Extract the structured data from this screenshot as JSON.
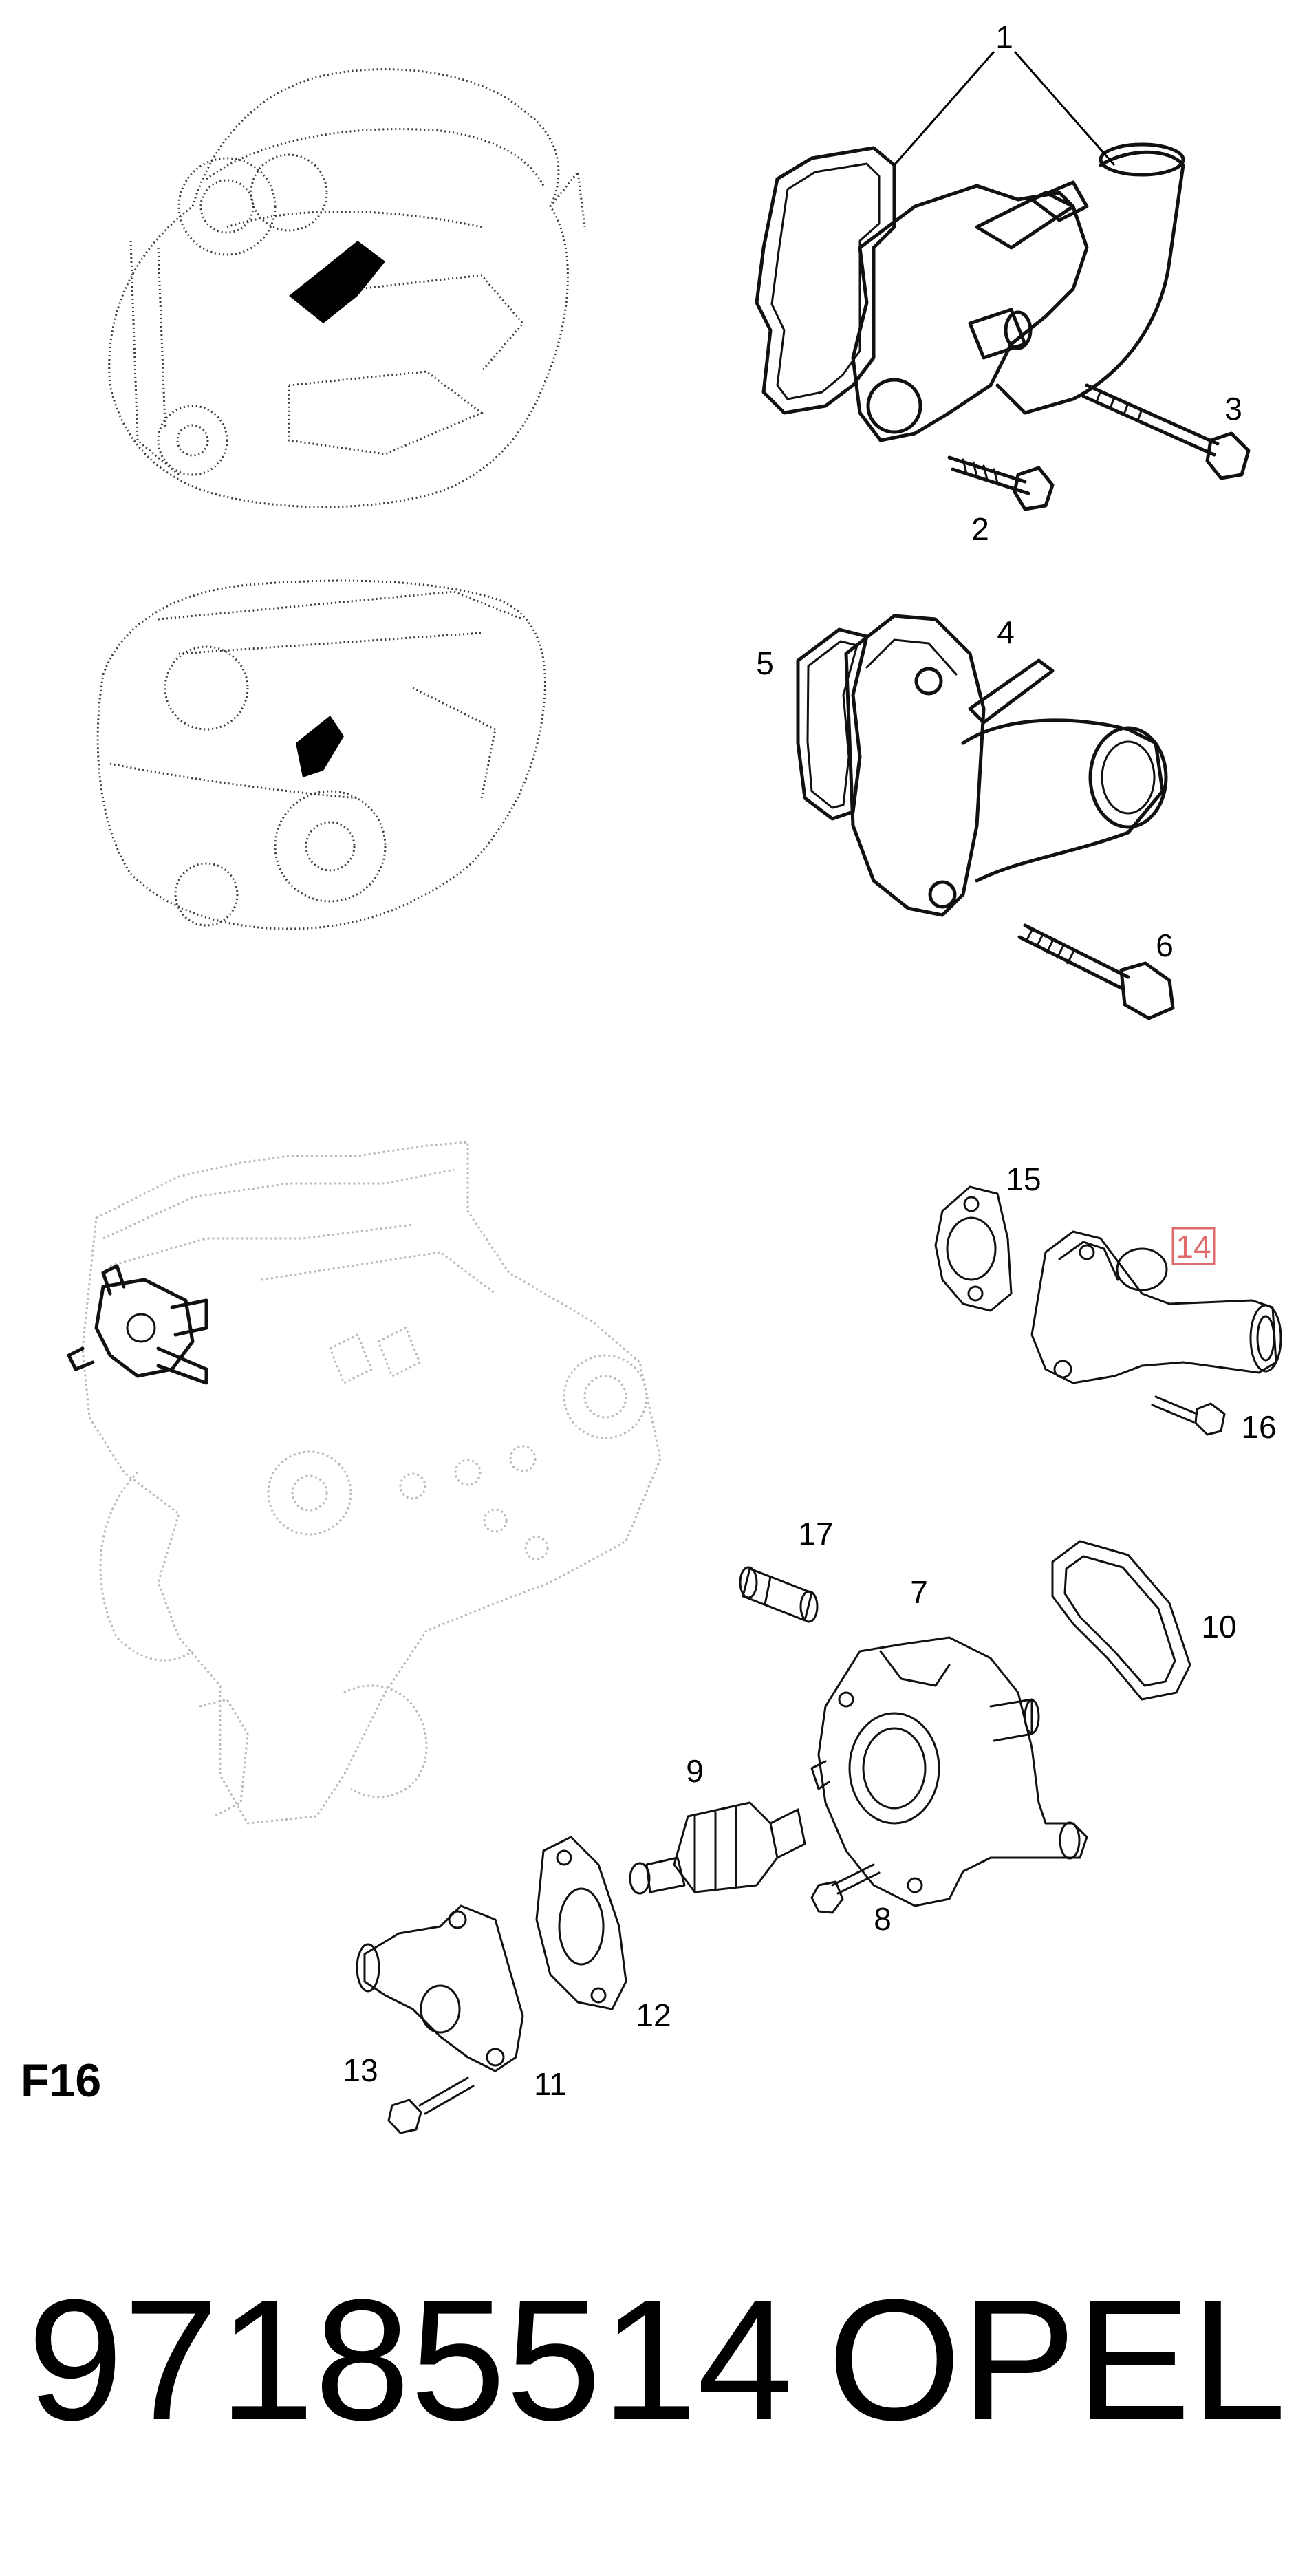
{
  "section_label": "F16",
  "part_number": "97185514",
  "brand": "OPEL",
  "highlight_color": "#e06a6a",
  "highlighted_callout": "14",
  "callouts": {
    "c1": "1",
    "c2": "2",
    "c3": "3",
    "c4": "4",
    "c5": "5",
    "c6": "6",
    "c7": "7",
    "c8": "8",
    "c9": "9",
    "c10": "10",
    "c11": "11",
    "c12": "12",
    "c13": "13",
    "c14": "14",
    "c15": "15",
    "c16": "16",
    "c17": "17"
  }
}
